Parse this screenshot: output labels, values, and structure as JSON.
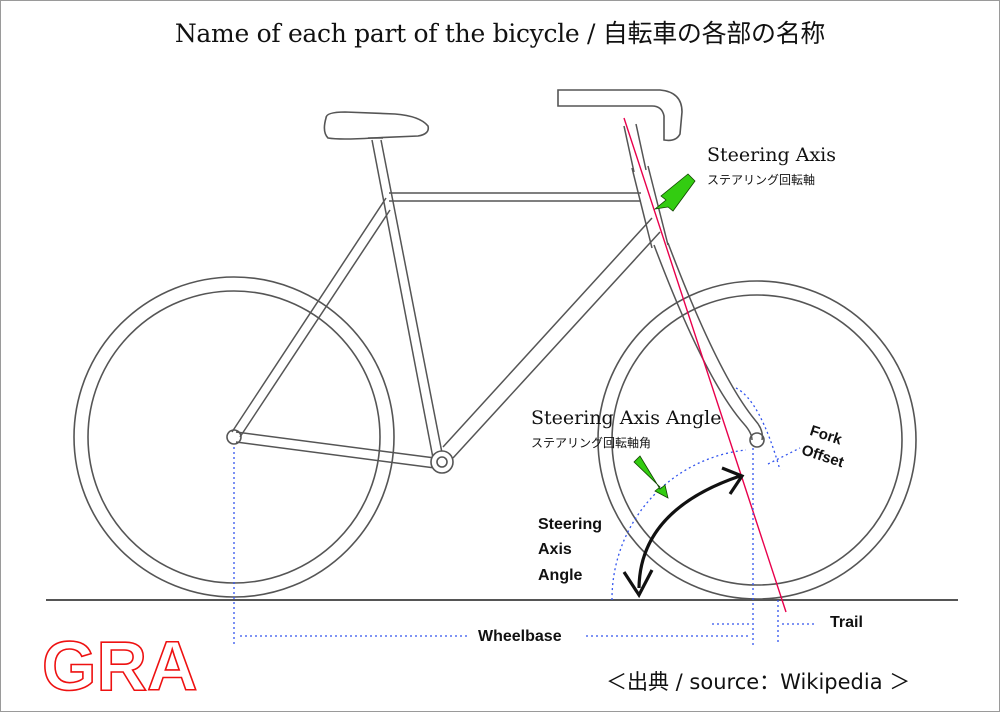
{
  "title": "Name of each part of the bicycle / 自転車の各部の名称",
  "labels": {
    "steering_axis": "Steering Axis",
    "steering_axis_jp": "ステアリング回転軸",
    "steering_axis_angle": "Steering Axis Angle",
    "steering_axis_angle_jp": "ステアリング回転軸角",
    "angle_line1": "Steering",
    "angle_line2": "Axis",
    "angle_line3": "Angle",
    "fork_line1": "Fork",
    "fork_line2": "Offset",
    "wheelbase": "Wheelbase",
    "trail": "Trail"
  },
  "logo_text": "GRA",
  "source": "＜出典 / source：Wikipedia ＞",
  "colors": {
    "line": "#555555",
    "axis": "#e8004c",
    "arrow_green": "#33cc11",
    "dims": "#3355ee",
    "logo": "#ee1111"
  }
}
